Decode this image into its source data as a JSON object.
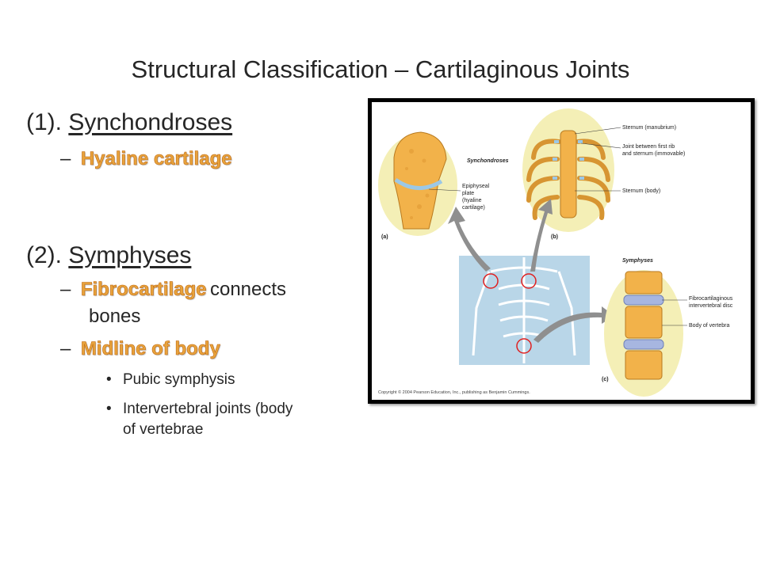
{
  "slide": {
    "title": "Structural Classification – Cartilaginous Joints"
  },
  "left": {
    "item1": {
      "number": "(1).",
      "name": "Synchondroses"
    },
    "item1_sub": {
      "dash": "–",
      "text": "Hyaline cartilage"
    },
    "item2": {
      "number": "(2).",
      "name": "Symphyses"
    },
    "item2_sub1": {
      "dash": "–",
      "highlight": "Fibrocartilage",
      "rest": "connects",
      "rest2": "bones"
    },
    "item2_sub2": {
      "dash": "–",
      "text": "Midline of body"
    },
    "bullets": [
      {
        "mark": "•",
        "line1": "Pubic symphysis",
        "line2": ""
      },
      {
        "mark": "•",
        "line1": "Intervertebral joints (body",
        "line2": "of vertebrae"
      }
    ]
  },
  "figure": {
    "synchondroses_title": "Synchondroses",
    "symphyses_title": "Symphyses",
    "label_a": "(a)",
    "label_b": "(b)",
    "label_c": "(c)",
    "epiphyseal": [
      "Epiphyseal",
      "plate",
      "(hyaline",
      "cartilage)"
    ],
    "sternum_manubrium": "Sternum (manubrium)",
    "joint_first_rib": [
      "Joint between first rib",
      "and sternum (immovable)"
    ],
    "sternum_body": "Sternum (body)",
    "fibrocartilaginous": [
      "Fibrocartilaginous",
      "intervertebral disc"
    ],
    "body_of_vertebra": "Body of vertebra",
    "copyright": "Copyright © 2004 Pearson Education, Inc., publishing as Benjamin Cummings."
  }
}
